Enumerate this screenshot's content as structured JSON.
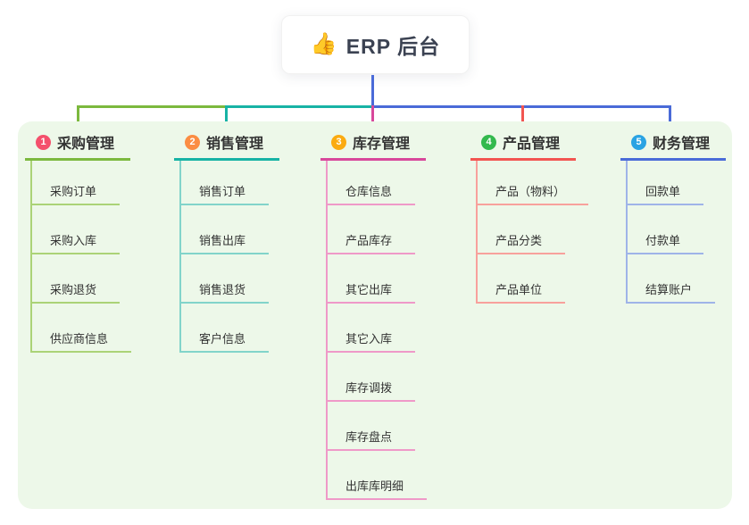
{
  "root": {
    "icon": "👍",
    "title": "ERP 后台"
  },
  "colors": {
    "canvas": "#ffffff",
    "panel": "#edf8e9"
  },
  "branches": [
    {
      "number": "1",
      "label": "采购管理",
      "badge_color": "#f4506c",
      "line_color": "#7cb93e",
      "child_line_color": "#abd377",
      "children": [
        "采购订单",
        "采购入库",
        "采购退货",
        "供应商信息"
      ]
    },
    {
      "number": "2",
      "label": "销售管理",
      "badge_color": "#fb8d43",
      "line_color": "#17b3a5",
      "child_line_color": "#82d4ca",
      "children": [
        "销售订单",
        "销售出库",
        "销售退货",
        "客户信息"
      ]
    },
    {
      "number": "3",
      "label": "库存管理",
      "badge_color": "#fbab11",
      "line_color": "#d8489b",
      "child_line_color": "#ef99c8",
      "children": [
        "仓库信息",
        "产品库存",
        "其它出库",
        "其它入库",
        "库存调拨",
        "库存盘点",
        "出库库明细"
      ]
    },
    {
      "number": "4",
      "label": "产品管理",
      "badge_color": "#33b94d",
      "line_color": "#f25551",
      "child_line_color": "#f8a19c",
      "children": [
        "产品（物料）",
        "产品分类",
        "产品单位"
      ]
    },
    {
      "number": "5",
      "label": "财务管理",
      "badge_color": "#2aa3e3",
      "line_color": "#4a6bd8",
      "child_line_color": "#9fb4e8",
      "children": [
        "回款单",
        "付款单",
        "结算账户"
      ]
    }
  ]
}
